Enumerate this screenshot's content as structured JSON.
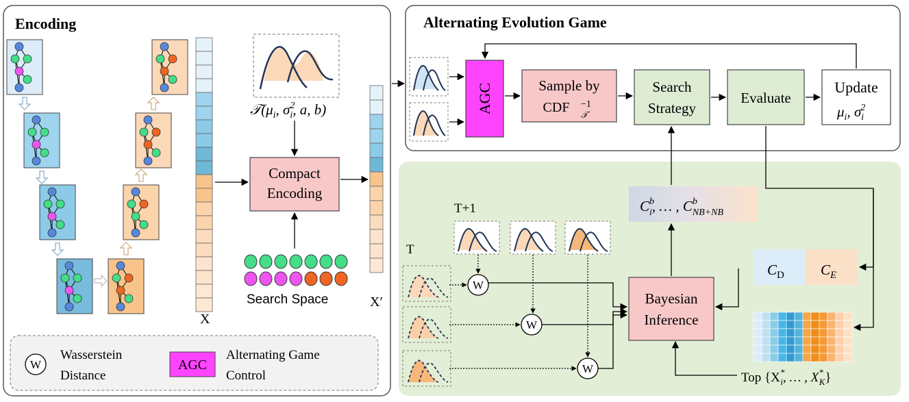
{
  "panels": {
    "encoding_title": "Encoding",
    "game_title": "Alternating Evolution Game"
  },
  "encoding": {
    "tn_label": "𝒯(μ",
    "tn_sub_i": "i",
    "tn_sigma": ", σ",
    "tn_sup_2": "2",
    "tn_rest": ", a, b)",
    "compact_line1": "Compact",
    "compact_line2": "Encoding",
    "vector_x": "X",
    "vector_xp": "X′",
    "search_space": "Search Space"
  },
  "legend": {
    "w_symbol": "W",
    "w_line1": "Wasserstein",
    "w_line2": "Distance",
    "agc_symbol": "AGC",
    "agc_line1": "Alternating Game",
    "agc_line2": "Control"
  },
  "game": {
    "agc": "AGC",
    "sample_line1": "Sample by",
    "sample_cdf": "CDF",
    "sample_sup": "−1",
    "sample_sub": "𝒯",
    "search_line1": "Search",
    "search_line2": "Strategy",
    "evaluate": "Evaluate",
    "update_line1": "Update",
    "update_mu": "μ",
    "update_i": "i",
    "update_sigma": ", σ",
    "update_i2": "i",
    "update_2": "2"
  },
  "bayes": {
    "t_label": "T",
    "t1_label": "T+1",
    "w_symbol": "W",
    "candidates_c": "C",
    "candidates_sup": "b",
    "candidates_sub_i": "i",
    "candidates_mid": ", … , C",
    "candidates_sub_nb": "NB+NB",
    "inference_line1": "Bayesian",
    "inference_line2": "Inference",
    "cd_c": "C",
    "cd_sub": "D",
    "ce_c": "C",
    "ce_sub": "E",
    "top_label": "Top {X",
    "top_sub_i": "i",
    "top_star": "*",
    "top_mid": ", … , X",
    "top_sub_k": "K",
    "top_close": "}"
  },
  "colors": {
    "agc": "#ff44ff",
    "sample": "#f8c8c8",
    "strategy": "#deecd4",
    "bayes_bg": "#e3eed6",
    "inference": "#f8c8c8",
    "cd": "#dcecf8",
    "ce": "#fbe0c8",
    "node_green": "#44dd88",
    "node_magenta": "#ee55ee",
    "node_orange": "#ee6622",
    "node_blue": "#5588dd"
  }
}
